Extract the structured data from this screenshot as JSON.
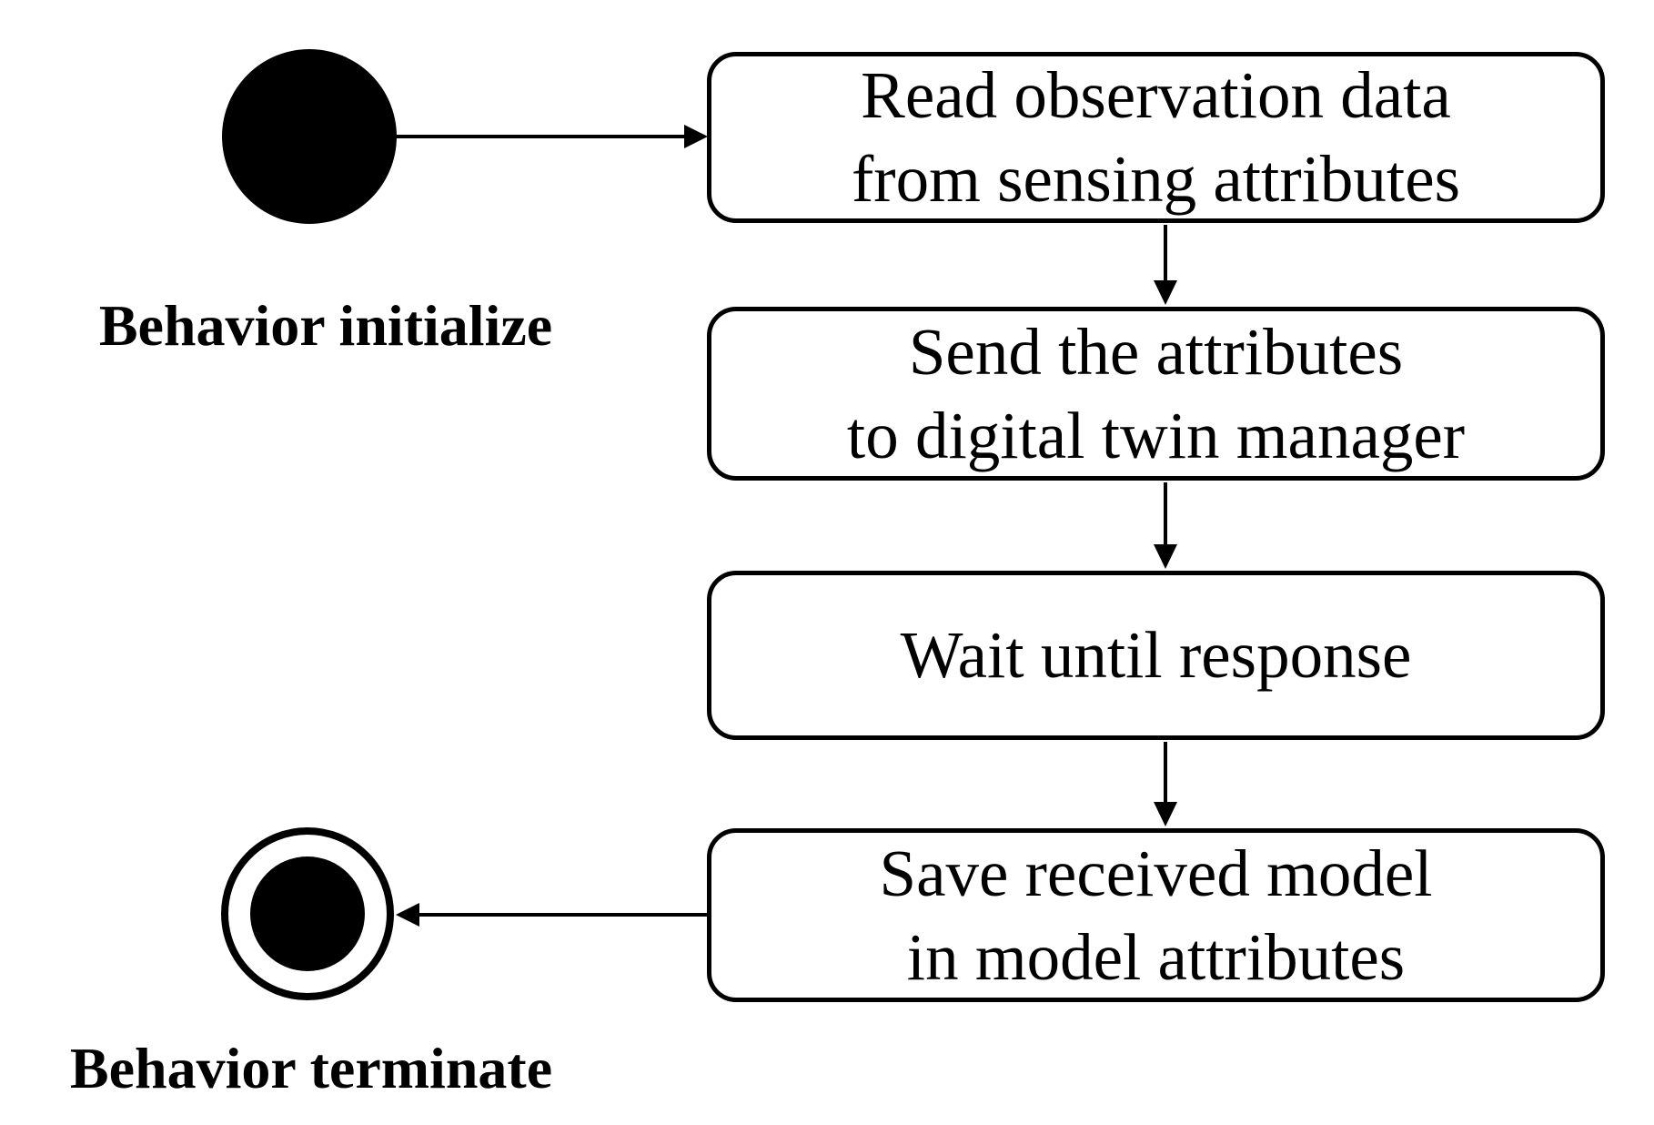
{
  "diagram": {
    "type": "uml-activity-diagram",
    "background_color": "#ffffff",
    "stroke_color": "#000000",
    "initial_state": {
      "label": "Behavior initialize"
    },
    "final_state": {
      "label": "Behavior terminate"
    },
    "nodes": [
      {
        "id": "read-observation",
        "lines": [
          "Read observation data",
          "from sensing attributes"
        ]
      },
      {
        "id": "send-attributes",
        "lines": [
          "Send the attributes",
          "to digital twin manager"
        ]
      },
      {
        "id": "wait-response",
        "lines": [
          "Wait until response"
        ]
      },
      {
        "id": "save-model",
        "lines": [
          "Save received model",
          "in model attributes"
        ]
      }
    ],
    "edges": [
      {
        "from": "initial-state",
        "to": "read-observation"
      },
      {
        "from": "read-observation",
        "to": "send-attributes"
      },
      {
        "from": "send-attributes",
        "to": "wait-response"
      },
      {
        "from": "wait-response",
        "to": "save-model"
      },
      {
        "from": "save-model",
        "to": "final-state"
      }
    ]
  }
}
